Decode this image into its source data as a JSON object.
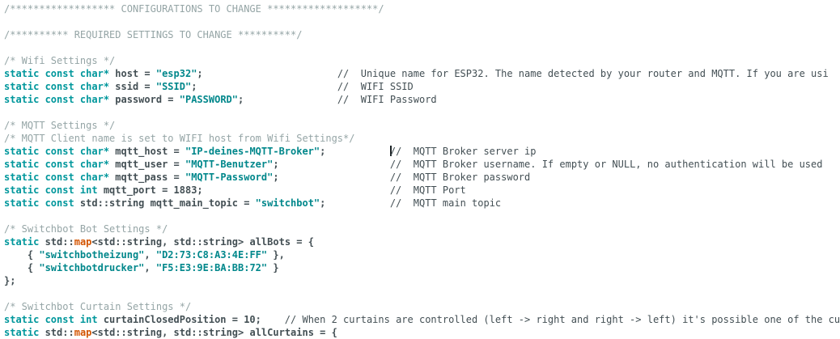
{
  "editor": {
    "background": "#ffffff",
    "colors": {
      "keyword": "#00979C",
      "string": "#00878B",
      "builtin_function": "#D35400",
      "plain_code": "#434f54",
      "block_comment": "#95a5a6",
      "line_comment": "#434f54",
      "caret": "#1c2326"
    },
    "caret": {
      "line_index": 11,
      "before_segment_text": "//  MQTT Broker server ip"
    },
    "lines": [
      [
        {
          "t": "/****************** CONFIGURATIONS TO CHANGE *******************/",
          "y": "comment_block"
        }
      ],
      [],
      [
        {
          "t": "/********** REQUIRED SETTINGS TO CHANGE **********/",
          "y": "comment_block"
        }
      ],
      [],
      [
        {
          "t": "/* Wifi Settings */",
          "y": "comment_block"
        }
      ],
      [
        {
          "t": "static const char*",
          "y": "keyword"
        },
        {
          "t": " host = ",
          "y": "plain"
        },
        {
          "t": "\"esp32\"",
          "y": "string"
        },
        {
          "t": ";",
          "y": "plain"
        },
        {
          "t": "                       ",
          "y": "plain"
        },
        {
          "t": "//  Unique name for ESP32. The name detected by your router and MQTT. If you are usi",
          "y": "comment_line"
        }
      ],
      [
        {
          "t": "static const char*",
          "y": "keyword"
        },
        {
          "t": " ssid = ",
          "y": "plain"
        },
        {
          "t": "\"SSID\"",
          "y": "string"
        },
        {
          "t": ";",
          "y": "plain"
        },
        {
          "t": "                        ",
          "y": "plain"
        },
        {
          "t": "//  WIFI SSID",
          "y": "comment_line"
        }
      ],
      [
        {
          "t": "static const char*",
          "y": "keyword"
        },
        {
          "t": " password = ",
          "y": "plain"
        },
        {
          "t": "\"PASSWORD\"",
          "y": "string"
        },
        {
          "t": ";",
          "y": "plain"
        },
        {
          "t": "                ",
          "y": "plain"
        },
        {
          "t": "//  WIFI Password",
          "y": "comment_line"
        }
      ],
      [],
      [
        {
          "t": "/* MQTT Settings */",
          "y": "comment_block"
        }
      ],
      [
        {
          "t": "/* MQTT Client name is set to WIFI host from Wifi Settings*/",
          "y": "comment_block"
        }
      ],
      [
        {
          "t": "static const char*",
          "y": "keyword"
        },
        {
          "t": " mqtt_host = ",
          "y": "plain"
        },
        {
          "t": "\"IP-deines-MQTT-Broker\"",
          "y": "string"
        },
        {
          "t": ";",
          "y": "plain"
        },
        {
          "t": "           ",
          "y": "plain"
        },
        {
          "caret": true
        },
        {
          "t": "//  MQTT Broker server ip",
          "y": "comment_line"
        }
      ],
      [
        {
          "t": "static const char*",
          "y": "keyword"
        },
        {
          "t": " mqtt_user = ",
          "y": "plain"
        },
        {
          "t": "\"MQTT-Benutzer\"",
          "y": "string"
        },
        {
          "t": ";",
          "y": "plain"
        },
        {
          "t": "                   ",
          "y": "plain"
        },
        {
          "t": "//  MQTT Broker username. If empty or NULL, no authentication will be used",
          "y": "comment_line"
        }
      ],
      [
        {
          "t": "static const char*",
          "y": "keyword"
        },
        {
          "t": " mqtt_pass = ",
          "y": "plain"
        },
        {
          "t": "\"MQTT-Password\"",
          "y": "string"
        },
        {
          "t": ";",
          "y": "plain"
        },
        {
          "t": "                   ",
          "y": "plain"
        },
        {
          "t": "//  MQTT Broker password",
          "y": "comment_line"
        }
      ],
      [
        {
          "t": "static const int",
          "y": "keyword"
        },
        {
          "t": " mqtt_port = 1883;",
          "y": "plain"
        },
        {
          "t": "                                ",
          "y": "plain"
        },
        {
          "t": "//  MQTT Port",
          "y": "comment_line"
        }
      ],
      [
        {
          "t": "static const",
          "y": "keyword"
        },
        {
          "t": " std::string mqtt_main_topic = ",
          "y": "plain"
        },
        {
          "t": "\"switchbot\"",
          "y": "string"
        },
        {
          "t": ";",
          "y": "plain"
        },
        {
          "t": "           ",
          "y": "plain"
        },
        {
          "t": "//  MQTT main topic",
          "y": "comment_line"
        }
      ],
      [],
      [
        {
          "t": "/* Switchbot Bot Settings */",
          "y": "comment_block"
        }
      ],
      [
        {
          "t": "static",
          "y": "keyword"
        },
        {
          "t": " std::",
          "y": "plain"
        },
        {
          "t": "map",
          "y": "builtin_function"
        },
        {
          "t": "<std::string, std::string> allBots = {",
          "y": "plain"
        }
      ],
      [
        {
          "t": "    { ",
          "y": "plain"
        },
        {
          "t": "\"switchbotheizung\"",
          "y": "string"
        },
        {
          "t": ", ",
          "y": "plain"
        },
        {
          "t": "\"D2:73:C8:A3:4E:FF\"",
          "y": "string"
        },
        {
          "t": " },",
          "y": "plain"
        }
      ],
      [
        {
          "t": "    { ",
          "y": "plain"
        },
        {
          "t": "\"switchbotdrucker\"",
          "y": "string"
        },
        {
          "t": ", ",
          "y": "plain"
        },
        {
          "t": "\"F5:E3:9E:BA:BB:72\"",
          "y": "string"
        },
        {
          "t": " }",
          "y": "plain"
        }
      ],
      [
        {
          "t": "};",
          "y": "plain"
        }
      ],
      [],
      [
        {
          "t": "/* Switchbot Curtain Settings */",
          "y": "comment_block"
        }
      ],
      [
        {
          "t": "static const int",
          "y": "keyword"
        },
        {
          "t": " curtainClosedPosition = 10;",
          "y": "plain"
        },
        {
          "t": "    ",
          "y": "plain"
        },
        {
          "t": "// When 2 curtains are controlled (left -> right and right -> left) it's possible one of the cu",
          "y": "comment_line"
        }
      ],
      [
        {
          "t": "static",
          "y": "keyword"
        },
        {
          "t": " std::",
          "y": "plain"
        },
        {
          "t": "map",
          "y": "builtin_function"
        },
        {
          "t": "<std::string, std::string> allCurtains = {",
          "y": "plain"
        }
      ]
    ]
  }
}
